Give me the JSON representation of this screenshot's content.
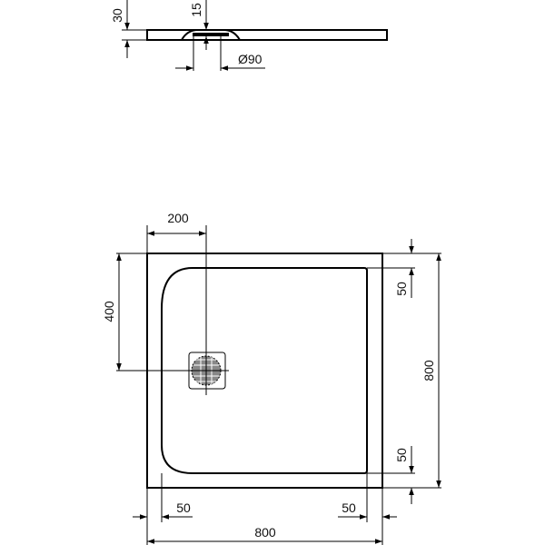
{
  "drawing": {
    "type": "shower tray technical drawing",
    "units": "mm",
    "side_view": {
      "tray_height_label": "30",
      "drain_depth_label": "15",
      "drain_diameter_label": "Ø90"
    },
    "plan_view": {
      "drain_offset_x_label": "200",
      "drain_offset_y_label": "400",
      "top_rim_label": "50",
      "bottom_rim_label": "50",
      "left_rim_label": "50",
      "right_rim_label": "50",
      "overall_width_label": "800",
      "overall_depth_label": "800"
    }
  }
}
